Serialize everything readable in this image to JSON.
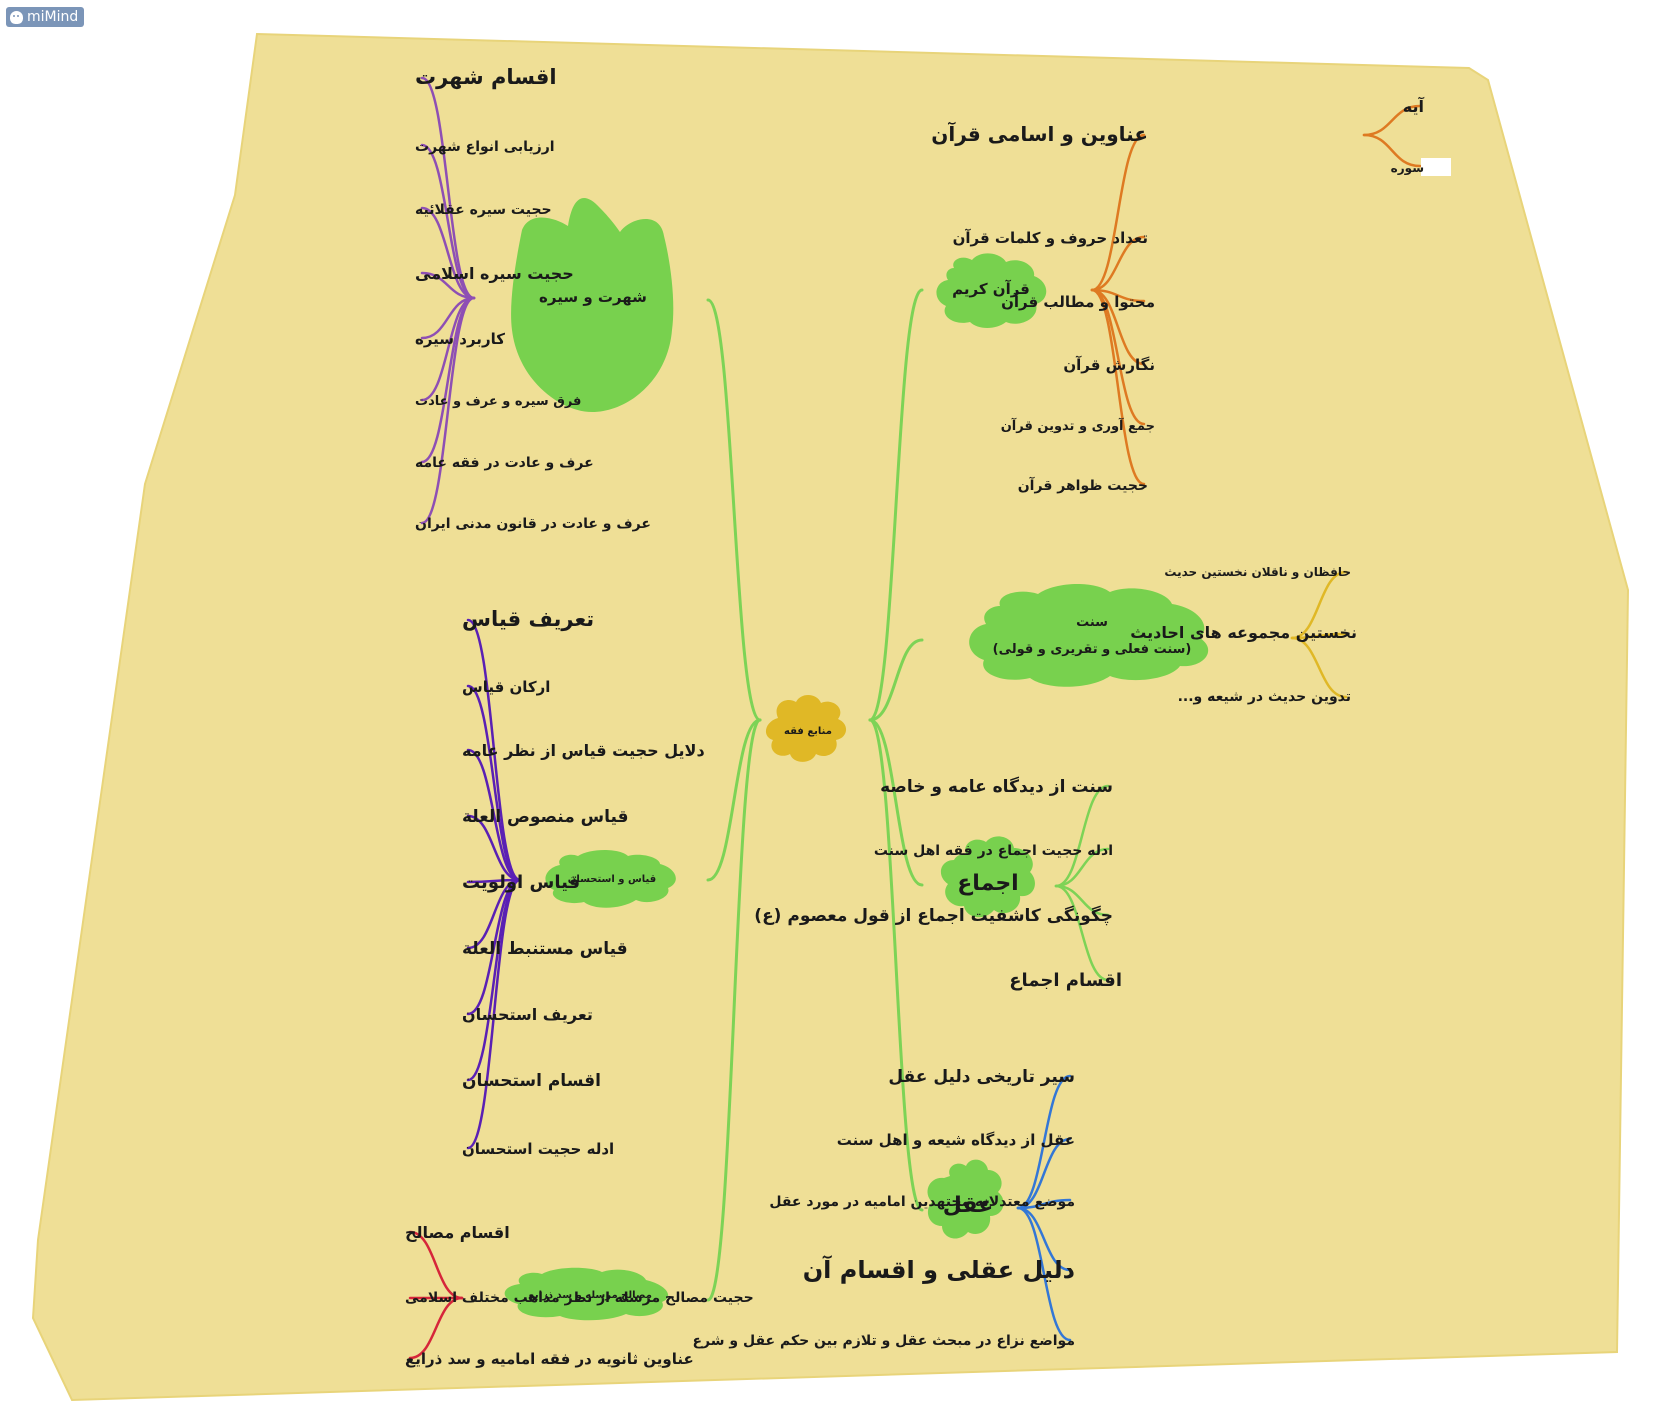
{
  "app": {
    "logo": "miMind"
  },
  "colors": {
    "background": "#efdf96",
    "node_green": "#78d14e",
    "root_yellow": "#e0b826",
    "line_green": "#7dd356",
    "line_purple": "#8e4fb4",
    "line_indigo": "#5a20b4",
    "line_red": "#d6263a",
    "line_orange": "#de7a22",
    "line_gold": "#e0b826",
    "line_blue": "#3377d6"
  },
  "root": {
    "label": "منابع فقه"
  },
  "branches": {
    "shohrat": {
      "label": "شهرت و سیره",
      "children": [
        "اقسام شهرت",
        "ارزیابی انواع شهرت",
        "حجیت سیره عقلائیه",
        "حجیت سیره اسلامی",
        "کاربرد سیره",
        "فرق سیره و عرف و عادت",
        "عرف و عادت در فقه عامه",
        "عرف و عادت در قانون مدنی ایران"
      ]
    },
    "qiyas": {
      "label": "قیاس و استحسان",
      "children": [
        "تعریف قیاس",
        "ارکان قیاس",
        "دلایل حجیت قیاس از نظر عامه",
        "قیاس منصوص العلة",
        "قیاس اولویت",
        "قیاس مستنبط العلة",
        "تعریف استحسان",
        "اقسام استحسان",
        "ادله حجیت استحسان"
      ]
    },
    "masaleh": {
      "label": "مصالح مرسله و سد ذرایع",
      "children": [
        "اقسام مصالح",
        "حجیت مصالح مرسله از نظر مذاهب مختلف اسلامی",
        "عناوین ثانویه در فقه امامیه و سد ذرایع"
      ]
    },
    "quran": {
      "label": "قرآن کریم",
      "children": [
        "عناوین و اسامی قرآن",
        "تعداد حروف و کلمات قرآن",
        "محتوا و مطالب قرآن",
        "نگارش قرآن",
        "جمع آوری و تدوین قرآن",
        "حجیت ظواهر قرآن"
      ],
      "sub_children": [
        "آیه",
        "سوره"
      ]
    },
    "sunnat": {
      "label": "سنت",
      "label_line2": "(سنت فعلی و تقریری و قولی)",
      "children": [
        "حافظان و ناقلان نخستین حدیث",
        "نخستین مجموعه های احادیث",
        "تدوین حدیث در شیعه و..."
      ]
    },
    "ijma": {
      "label": "اجماع",
      "children": [
        "سنت از دیدگاه عامه و خاصه",
        "ادله حجیت اجماع در فقه اهل سنت",
        "چگونگی کاشفیت اجماع از قول معصوم (ع)",
        "اقسام اجماع"
      ]
    },
    "aql": {
      "label": "عقل",
      "children": [
        "سیر تاریخی دلیل عقل",
        "عقل از دیدگاه شیعه و اهل سنت",
        "موضع معتدلانه مجتهدین امامیه در مورد عقل",
        "دلیل عقلی و اقسام آن",
        "مواضع نزاع در مبحث عقل و تلازم بین حکم عقل و شرع"
      ]
    }
  }
}
